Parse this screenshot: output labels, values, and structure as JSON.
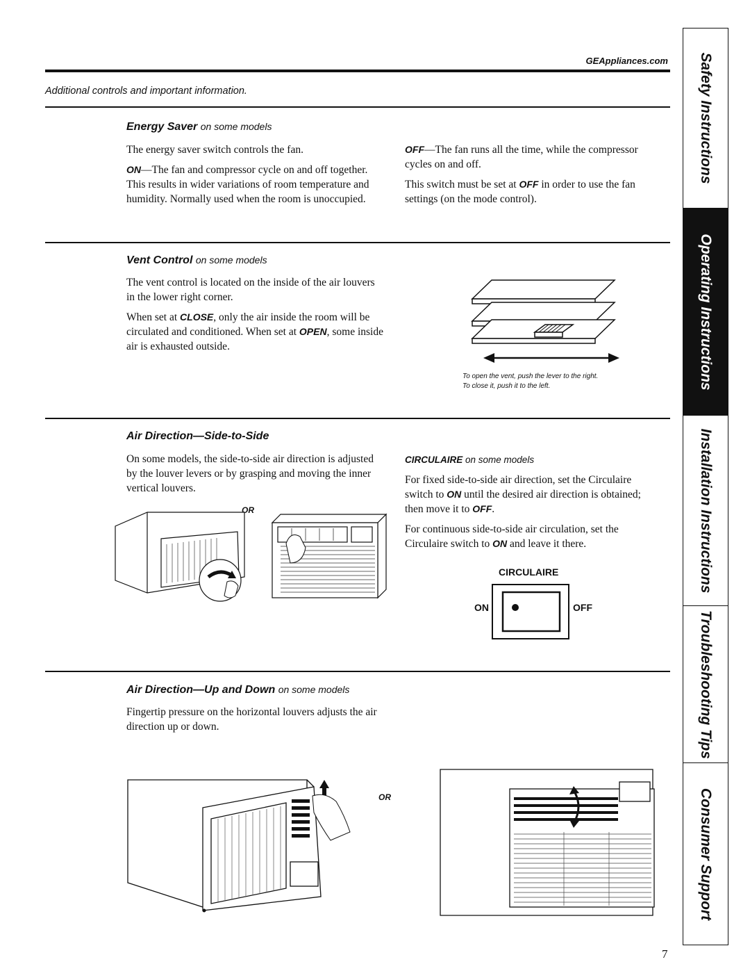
{
  "header": {
    "url": "GEAppliances.com",
    "intro": "Additional controls and important information."
  },
  "energy_saver": {
    "title": "Energy Saver",
    "title_note": "on some models",
    "p1": "The energy saver switch controls the fan.",
    "on_kw": "ON",
    "on_text": "—The fan and compressor cycle on and off together. This results in wider variations of room temperature and humidity. Normally used when the room is unoccupied.",
    "off_kw": "OFF",
    "off_text": "—The fan runs all the time, while the compressor cycles on and off.",
    "p_switch_a": "This switch must be set at ",
    "p_switch_kw": "OFF",
    "p_switch_b": " in order to use the fan settings (on the mode control)."
  },
  "vent_control": {
    "title": "Vent Control",
    "title_note": "on some models",
    "p1": "The vent control is located on the inside of the air louvers in the lower right corner.",
    "p2_a": "When set at ",
    "p2_kw1": "CLOSE",
    "p2_b": ", only the air inside the room will be circulated and conditioned. When set at ",
    "p2_kw2": "OPEN",
    "p2_c": ", some inside air is exhausted outside.",
    "caption_1": "To open the vent, push the lever to the right.",
    "caption_2": "To close it, push it to the left."
  },
  "side_to_side": {
    "title": "Air Direction—Side-to-Side",
    "p1": "On some models, the side-to-side air direction is adjusted by the louver levers or by grasping and moving the inner vertical louvers.",
    "or": "OR",
    "circ_title": "CIRCULAIRE",
    "circ_note": "on some models",
    "p2_a": "For fixed side-to-side air direction, set the Circulaire switch to ",
    "p2_kw1": "ON",
    "p2_b": " until the desired air direction is obtained; then move it to ",
    "p2_kw2": "OFF",
    "p2_c": ".",
    "p3_a": "For continuous side-to-side air circulation, set the Circulaire switch to ",
    "p3_kw": "ON",
    "p3_b": " and leave it there.",
    "switch_label": "CIRCULAIRE",
    "switch_on": "ON",
    "switch_off": "OFF"
  },
  "up_down": {
    "title": "Air Direction—Up and Down",
    "title_note": "on some models",
    "p1": "Fingertip pressure on the horizontal louvers adjusts the air direction up or down.",
    "or": "OR"
  },
  "tabs": [
    {
      "label": "Safety Instructions",
      "active": false
    },
    {
      "label": "Operating Instructions",
      "active": true
    },
    {
      "label": "Installation Instructions",
      "active": false
    },
    {
      "label": "Troubleshooting Tips",
      "active": false
    },
    {
      "label": "Consumer Support",
      "active": false
    }
  ],
  "page_number": "7"
}
